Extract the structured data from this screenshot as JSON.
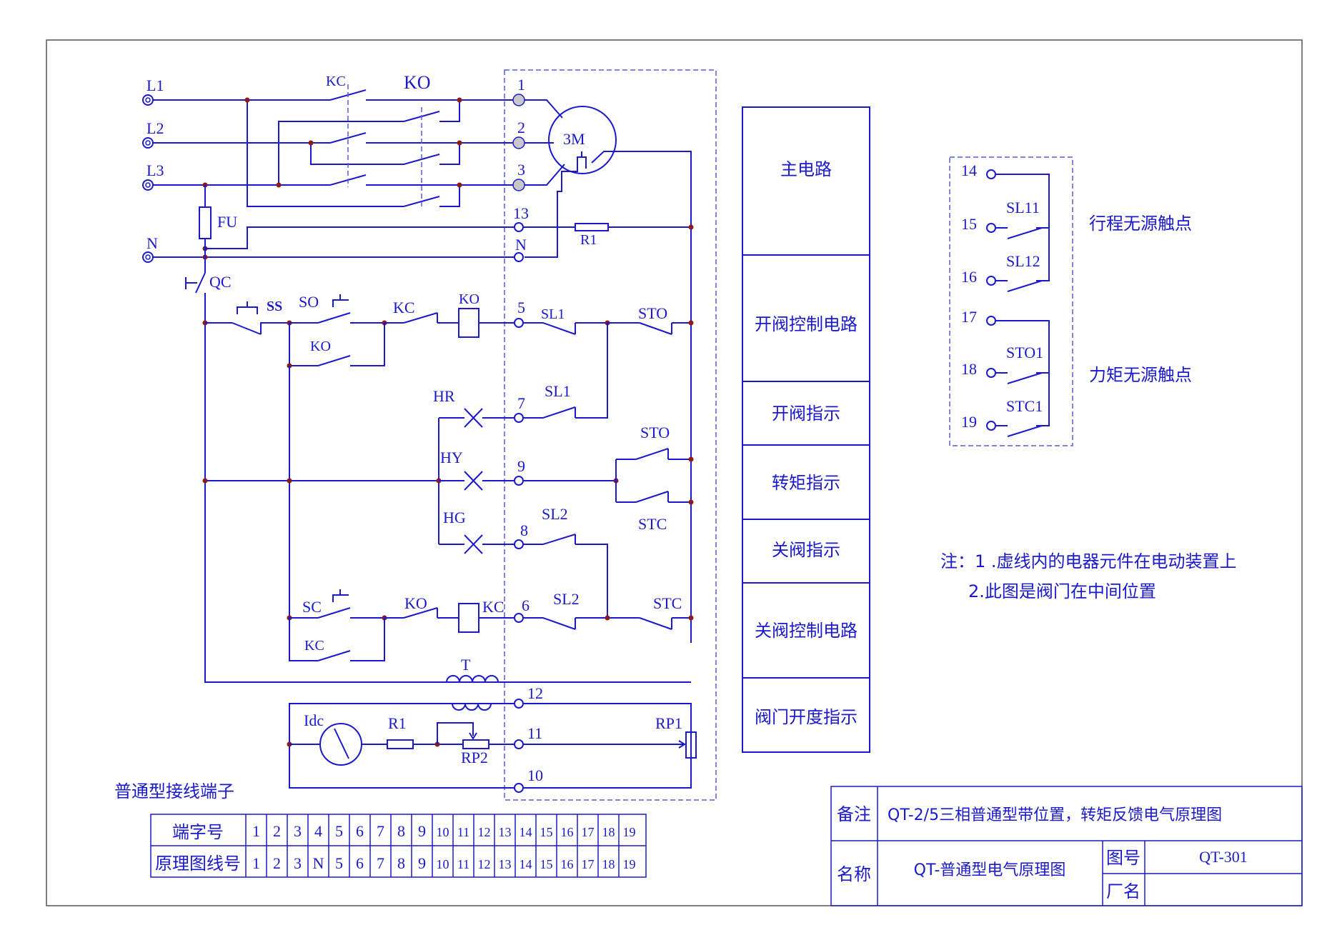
{
  "wire_labels": {
    "l1": "L1",
    "l2": "L2",
    "l3": "L3",
    "n": "N",
    "kc_top": "KC",
    "ko_top": "KO",
    "fu": "FU",
    "qc": "QC",
    "motor": "3M",
    "r1_main": "R1",
    "ss": "SS",
    "so": "SO",
    "kc_ctrl": "KC",
    "ko_coil_open": "KO",
    "ko_hold": "KO",
    "sl1_a": "SL1",
    "sto_a": "STO",
    "hr": "HR",
    "sl1_b": "SL1",
    "hy": "HY",
    "sto_b": "STO",
    "stc_b": "STC",
    "hg": "HG",
    "sl2_a": "SL2",
    "sc": "SC",
    "ko_close": "KO",
    "kc_coil": "KC",
    "sl2_b": "SL2",
    "stc_a": "STC",
    "kc_hold": "KC",
    "t": "T",
    "idc": "Idc",
    "r1_meter": "R1",
    "rp2": "RP2",
    "rp1": "RP1"
  },
  "terminal_numbers": {
    "t1": "1",
    "t2": "2",
    "t3": "3",
    "t13": "13",
    "tn": "N",
    "t5": "5",
    "t7": "7",
    "t9": "9",
    "t8": "8",
    "t6": "6",
    "t12": "12",
    "t11": "11",
    "t10": "10"
  },
  "side_contacts": {
    "t14": "14",
    "t15": "15",
    "t16": "16",
    "t17": "17",
    "t18": "18",
    "t19": "19",
    "sl11": "SL11",
    "sl12": "SL12",
    "sto1": "STO1",
    "stc1": "STC1",
    "travel_label": "行程无源触点",
    "torque_label": "力矩无源触点"
  },
  "sections": [
    "主电路",
    "开阀控制电路",
    "开阀指示",
    "转矩指示",
    "关阀指示",
    "关阀控制电路",
    "阀门开度指示"
  ],
  "notes": {
    "line1": "注：1 .虚线内的电器元件在电动装置上",
    "line2": "2.此图是阀门在中间位置"
  },
  "terminal_table": {
    "title": "普通型接线端子",
    "row1_header": "端字号",
    "row2_header": "原理图线号",
    "row1": [
      "1",
      "2",
      "3",
      "4",
      "5",
      "6",
      "7",
      "8",
      "9",
      "10",
      "11",
      "12",
      "13",
      "14",
      "15",
      "16",
      "17",
      "18",
      "19"
    ],
    "row2": [
      "1",
      "2",
      "3",
      "N",
      "5",
      "6",
      "7",
      "8",
      "9",
      "10",
      "11",
      "12",
      "13",
      "14",
      "15",
      "16",
      "17",
      "18",
      "19"
    ]
  },
  "title_block": {
    "remark_label": "备注",
    "remark_value": "QT-2/5三相普通型带位置，转矩反馈电气原理图",
    "name_label": "名称",
    "name_value": "QT-普通型电气原理图",
    "drawing_no_label": "图号",
    "drawing_no_value": "QT-301",
    "factory_label": "厂名",
    "factory_value": ""
  }
}
